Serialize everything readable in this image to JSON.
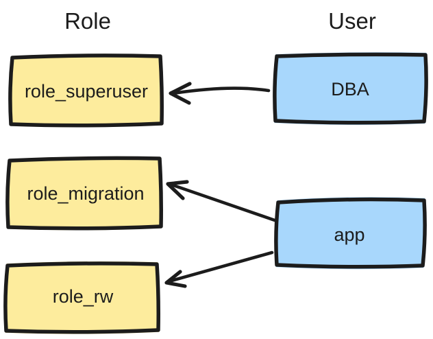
{
  "diagram": {
    "background": "#ffffff",
    "ink": "#1c1c1c",
    "columns": [
      {
        "title": "Role"
      },
      {
        "title": "User"
      }
    ],
    "roles": [
      {
        "label": "role_superuser",
        "fill": "#fdec9d"
      },
      {
        "label": "role_migration",
        "fill": "#fdec9d"
      },
      {
        "label": "role_rw",
        "fill": "#fdec9d"
      }
    ],
    "users": [
      {
        "label": "DBA",
        "fill": "#a8d7fc"
      },
      {
        "label": "app",
        "fill": "#a8d7fc"
      }
    ],
    "edges": [
      {
        "from": "DBA",
        "to": "role_superuser"
      },
      {
        "from": "app",
        "to": "role_migration"
      },
      {
        "from": "app",
        "to": "role_rw"
      }
    ]
  }
}
